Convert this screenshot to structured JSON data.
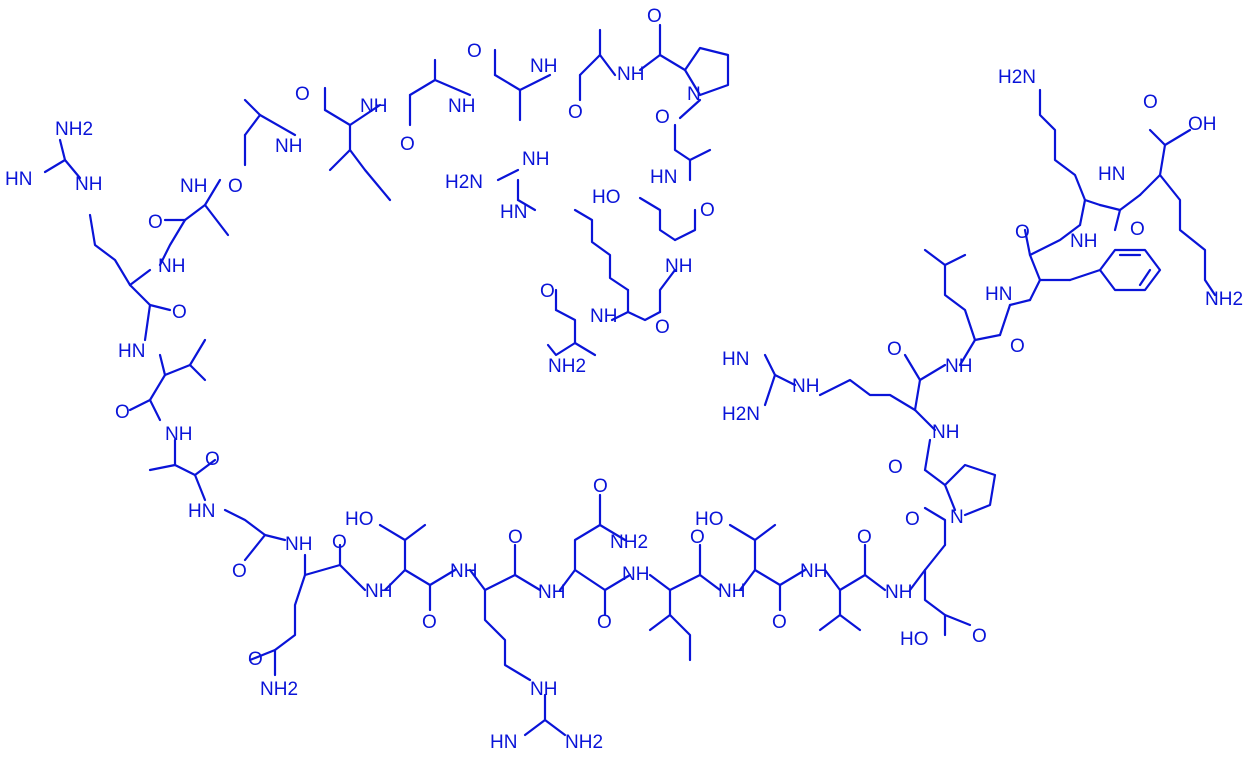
{
  "diagram": {
    "type": "skeletal-structure",
    "color": "#0a14d8",
    "labels": {
      "nh2": "NH2",
      "h2n": "H2N",
      "nh": "NH",
      "hn": "HN",
      "n": "N",
      "o": "O",
      "oh": "OH",
      "ho": "HO"
    }
  }
}
